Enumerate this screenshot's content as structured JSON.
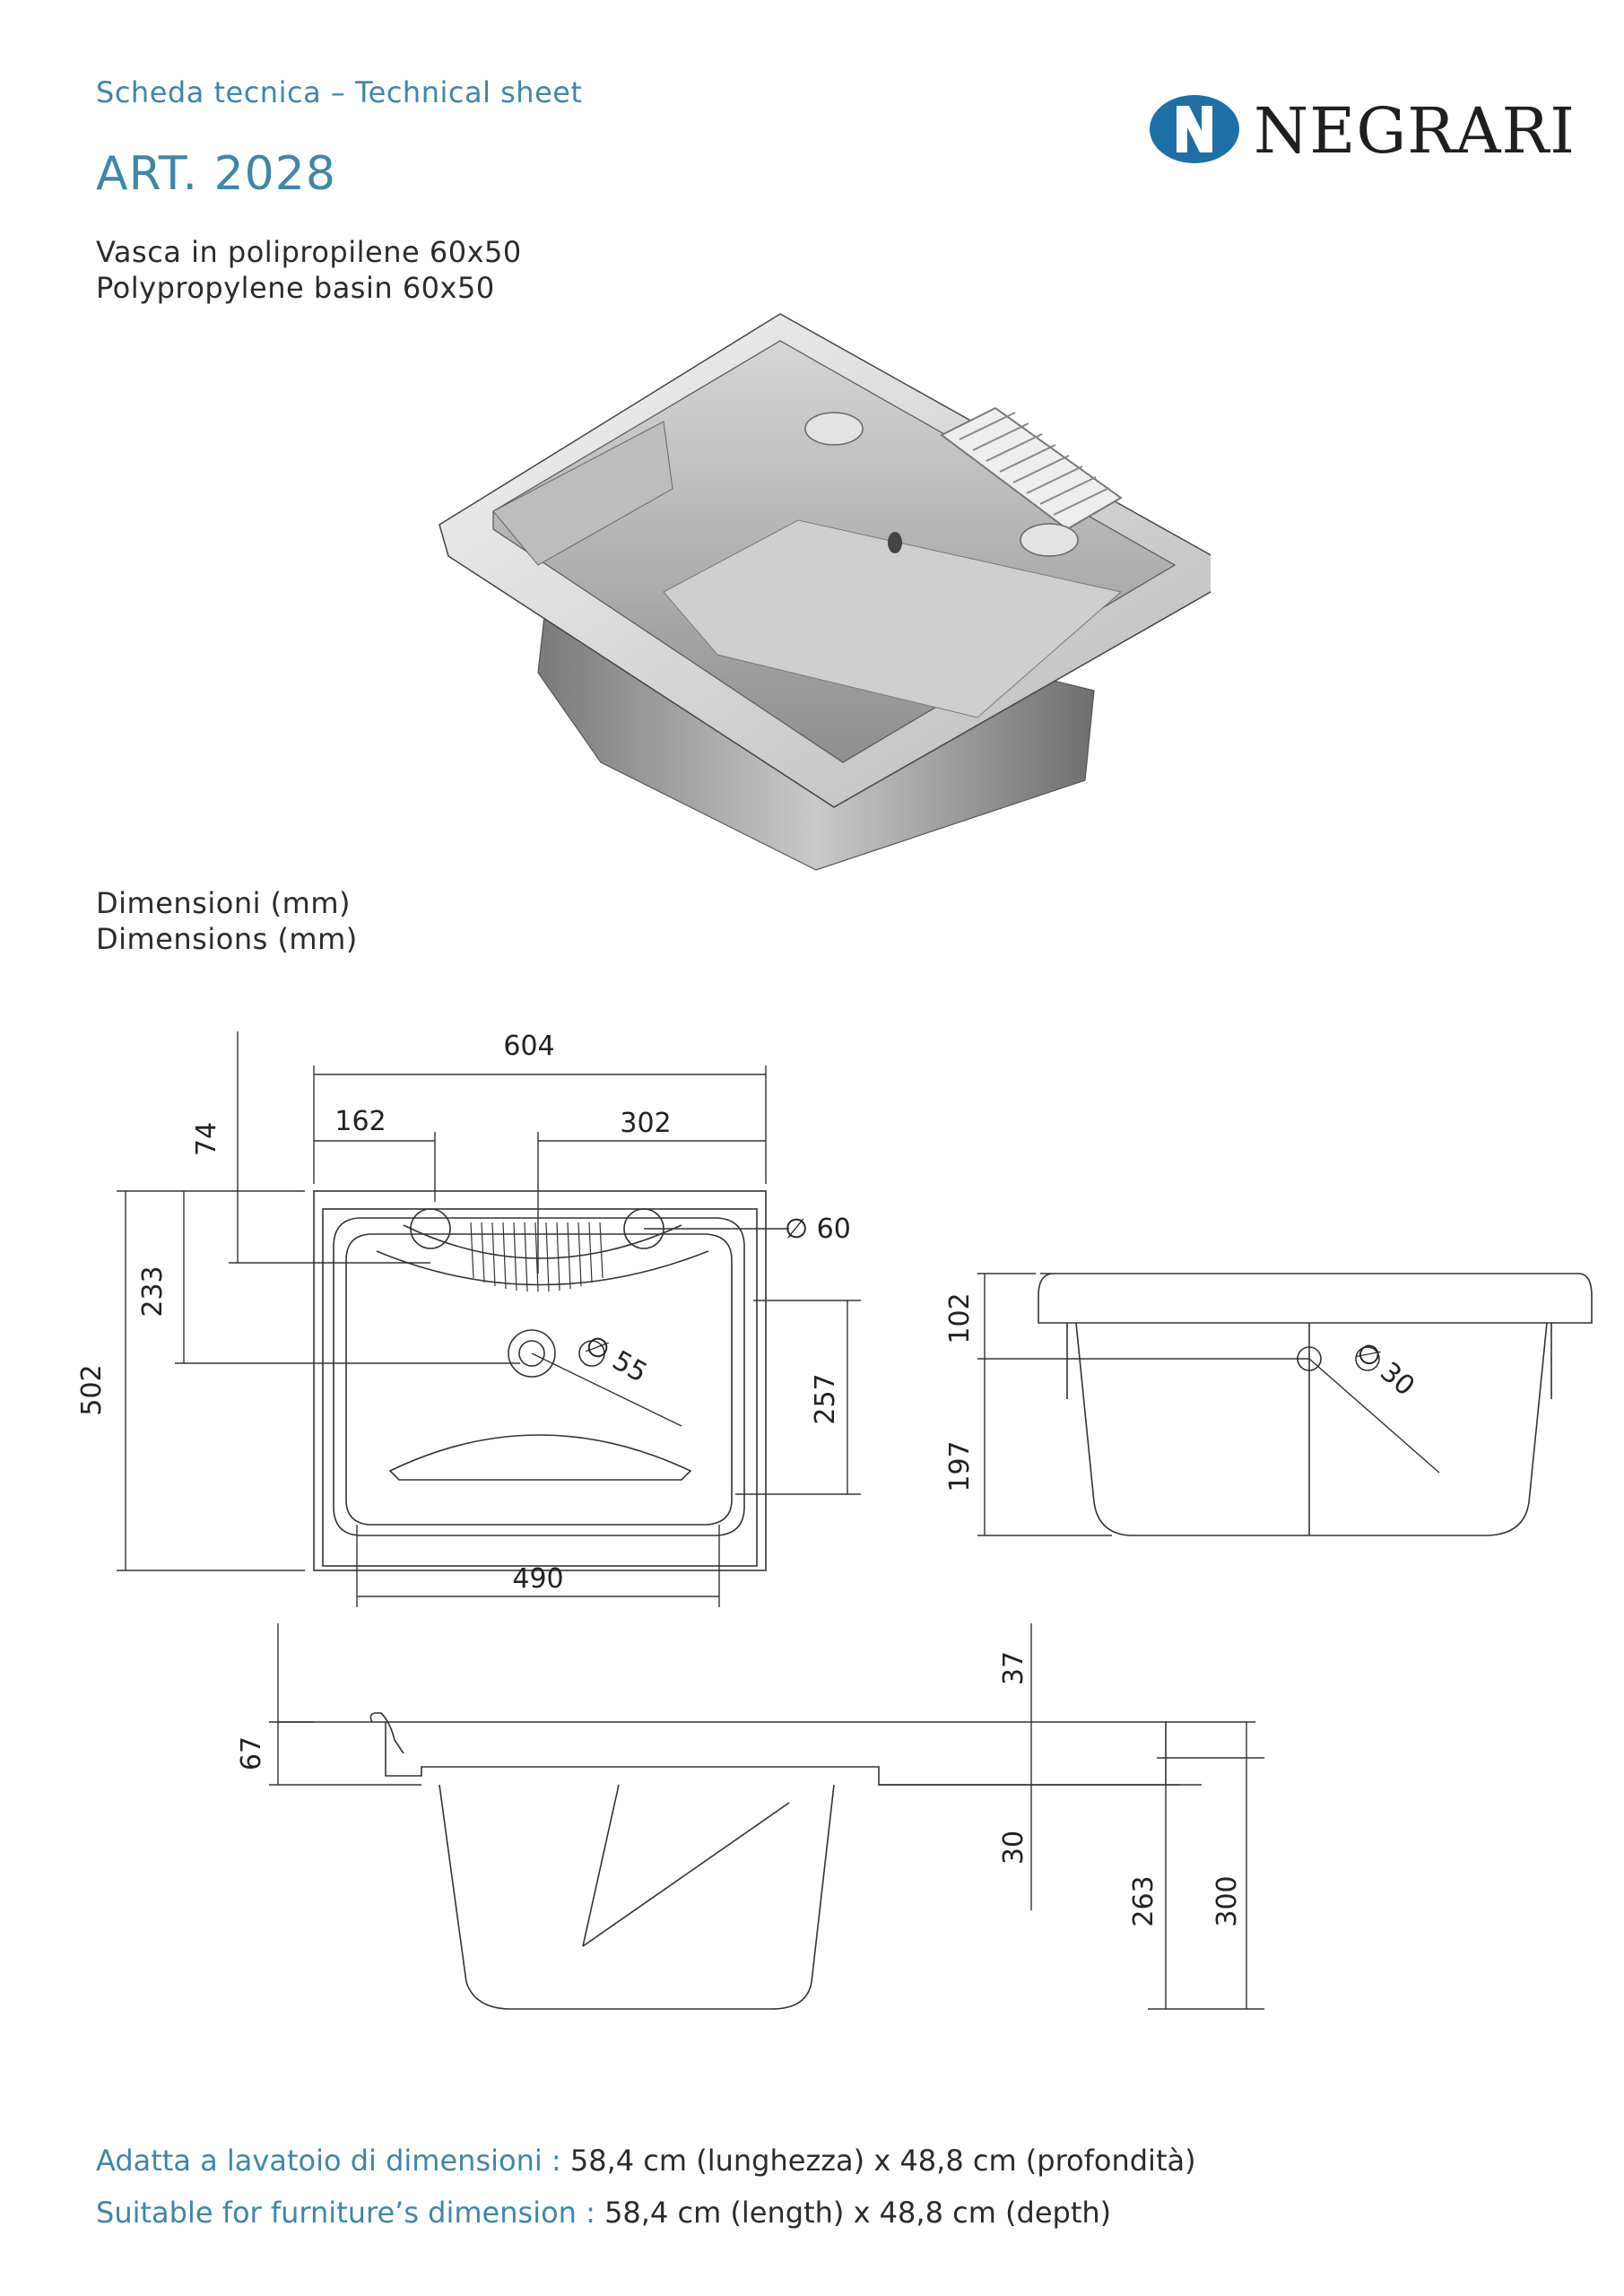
{
  "header": {
    "subtitle": "Scheda tecnica – Technical sheet",
    "article": "ART. 2028"
  },
  "brand": {
    "name": "NEGRARI",
    "logo_icon": "n-circle-logo-icon",
    "color": "#1d6fa5"
  },
  "description": {
    "it": "Vasca in polipropilene 60x50",
    "en": "Polypropylene basin 60x50"
  },
  "dimensions_heading": {
    "it": "Dimensioni (mm)",
    "en": "Dimensions (mm)"
  },
  "top_view": {
    "width_total": "604",
    "left_offset": "162",
    "right_offset": "302",
    "top_offset": "74",
    "depth_total": "502",
    "drain_offset": "233",
    "inner_depth": "257",
    "inner_width": "490",
    "hole_diameter_tap": "∅ 60",
    "hole_diameter_drain": "∅ 55"
  },
  "side_view": {
    "rim_height": "102",
    "body_height": "197",
    "overflow_diameter": "∅ 30"
  },
  "front_view": {
    "top_gap": "37",
    "rim_height": "67",
    "step": "30",
    "inner_height": "263",
    "total_height": "300"
  },
  "footer": {
    "it_label": "Adatta a lavatoio di dimensioni :",
    "it_value": "58,4 cm (lunghezza) x 48,8 cm (profondità)",
    "en_label": "Suitable for furniture’s dimension :",
    "en_value": "58,4 cm (length) x 48,8 cm (depth)"
  }
}
